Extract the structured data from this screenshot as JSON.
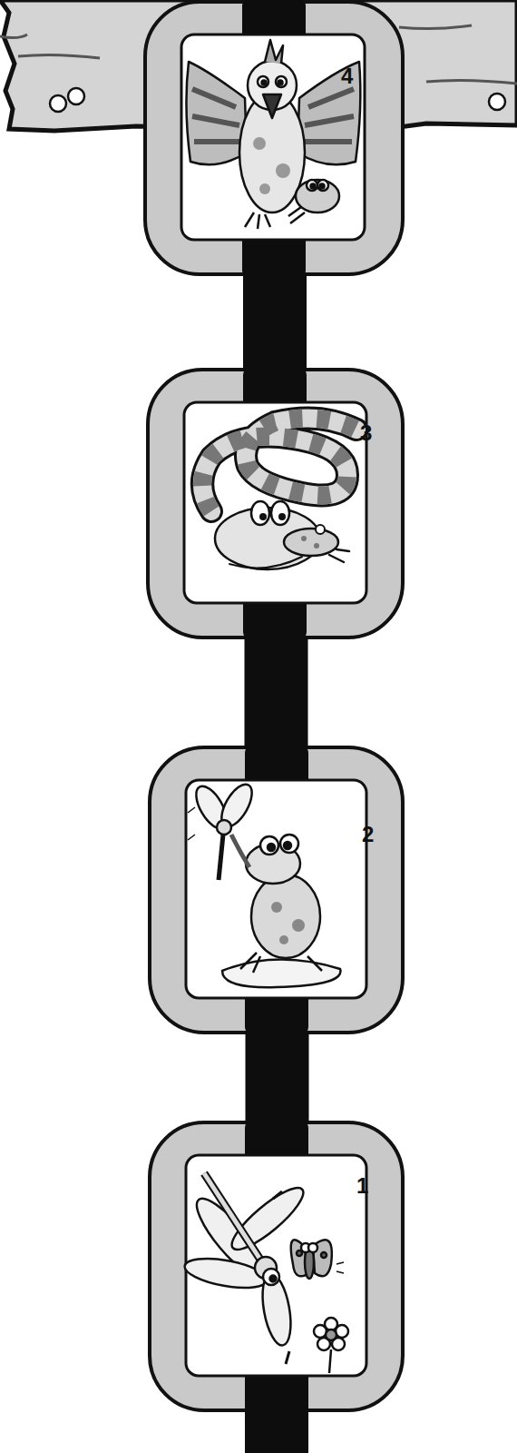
{
  "diagram": {
    "nodes": [
      {
        "text": [
          "4"
        ]
      },
      {
        "text": [
          "3"
        ]
      },
      {
        "text": [
          "2"
        ]
      },
      {
        "text": [
          "1"
        ]
      }
    ],
    "edges": [
      {
        "from": 0,
        "to": 1,
        "arrow": "none"
      },
      {
        "from": 1,
        "to": 2,
        "arrow": "none"
      },
      {
        "from": 2,
        "to": 3,
        "arrow": "none"
      }
    ]
  }
}
